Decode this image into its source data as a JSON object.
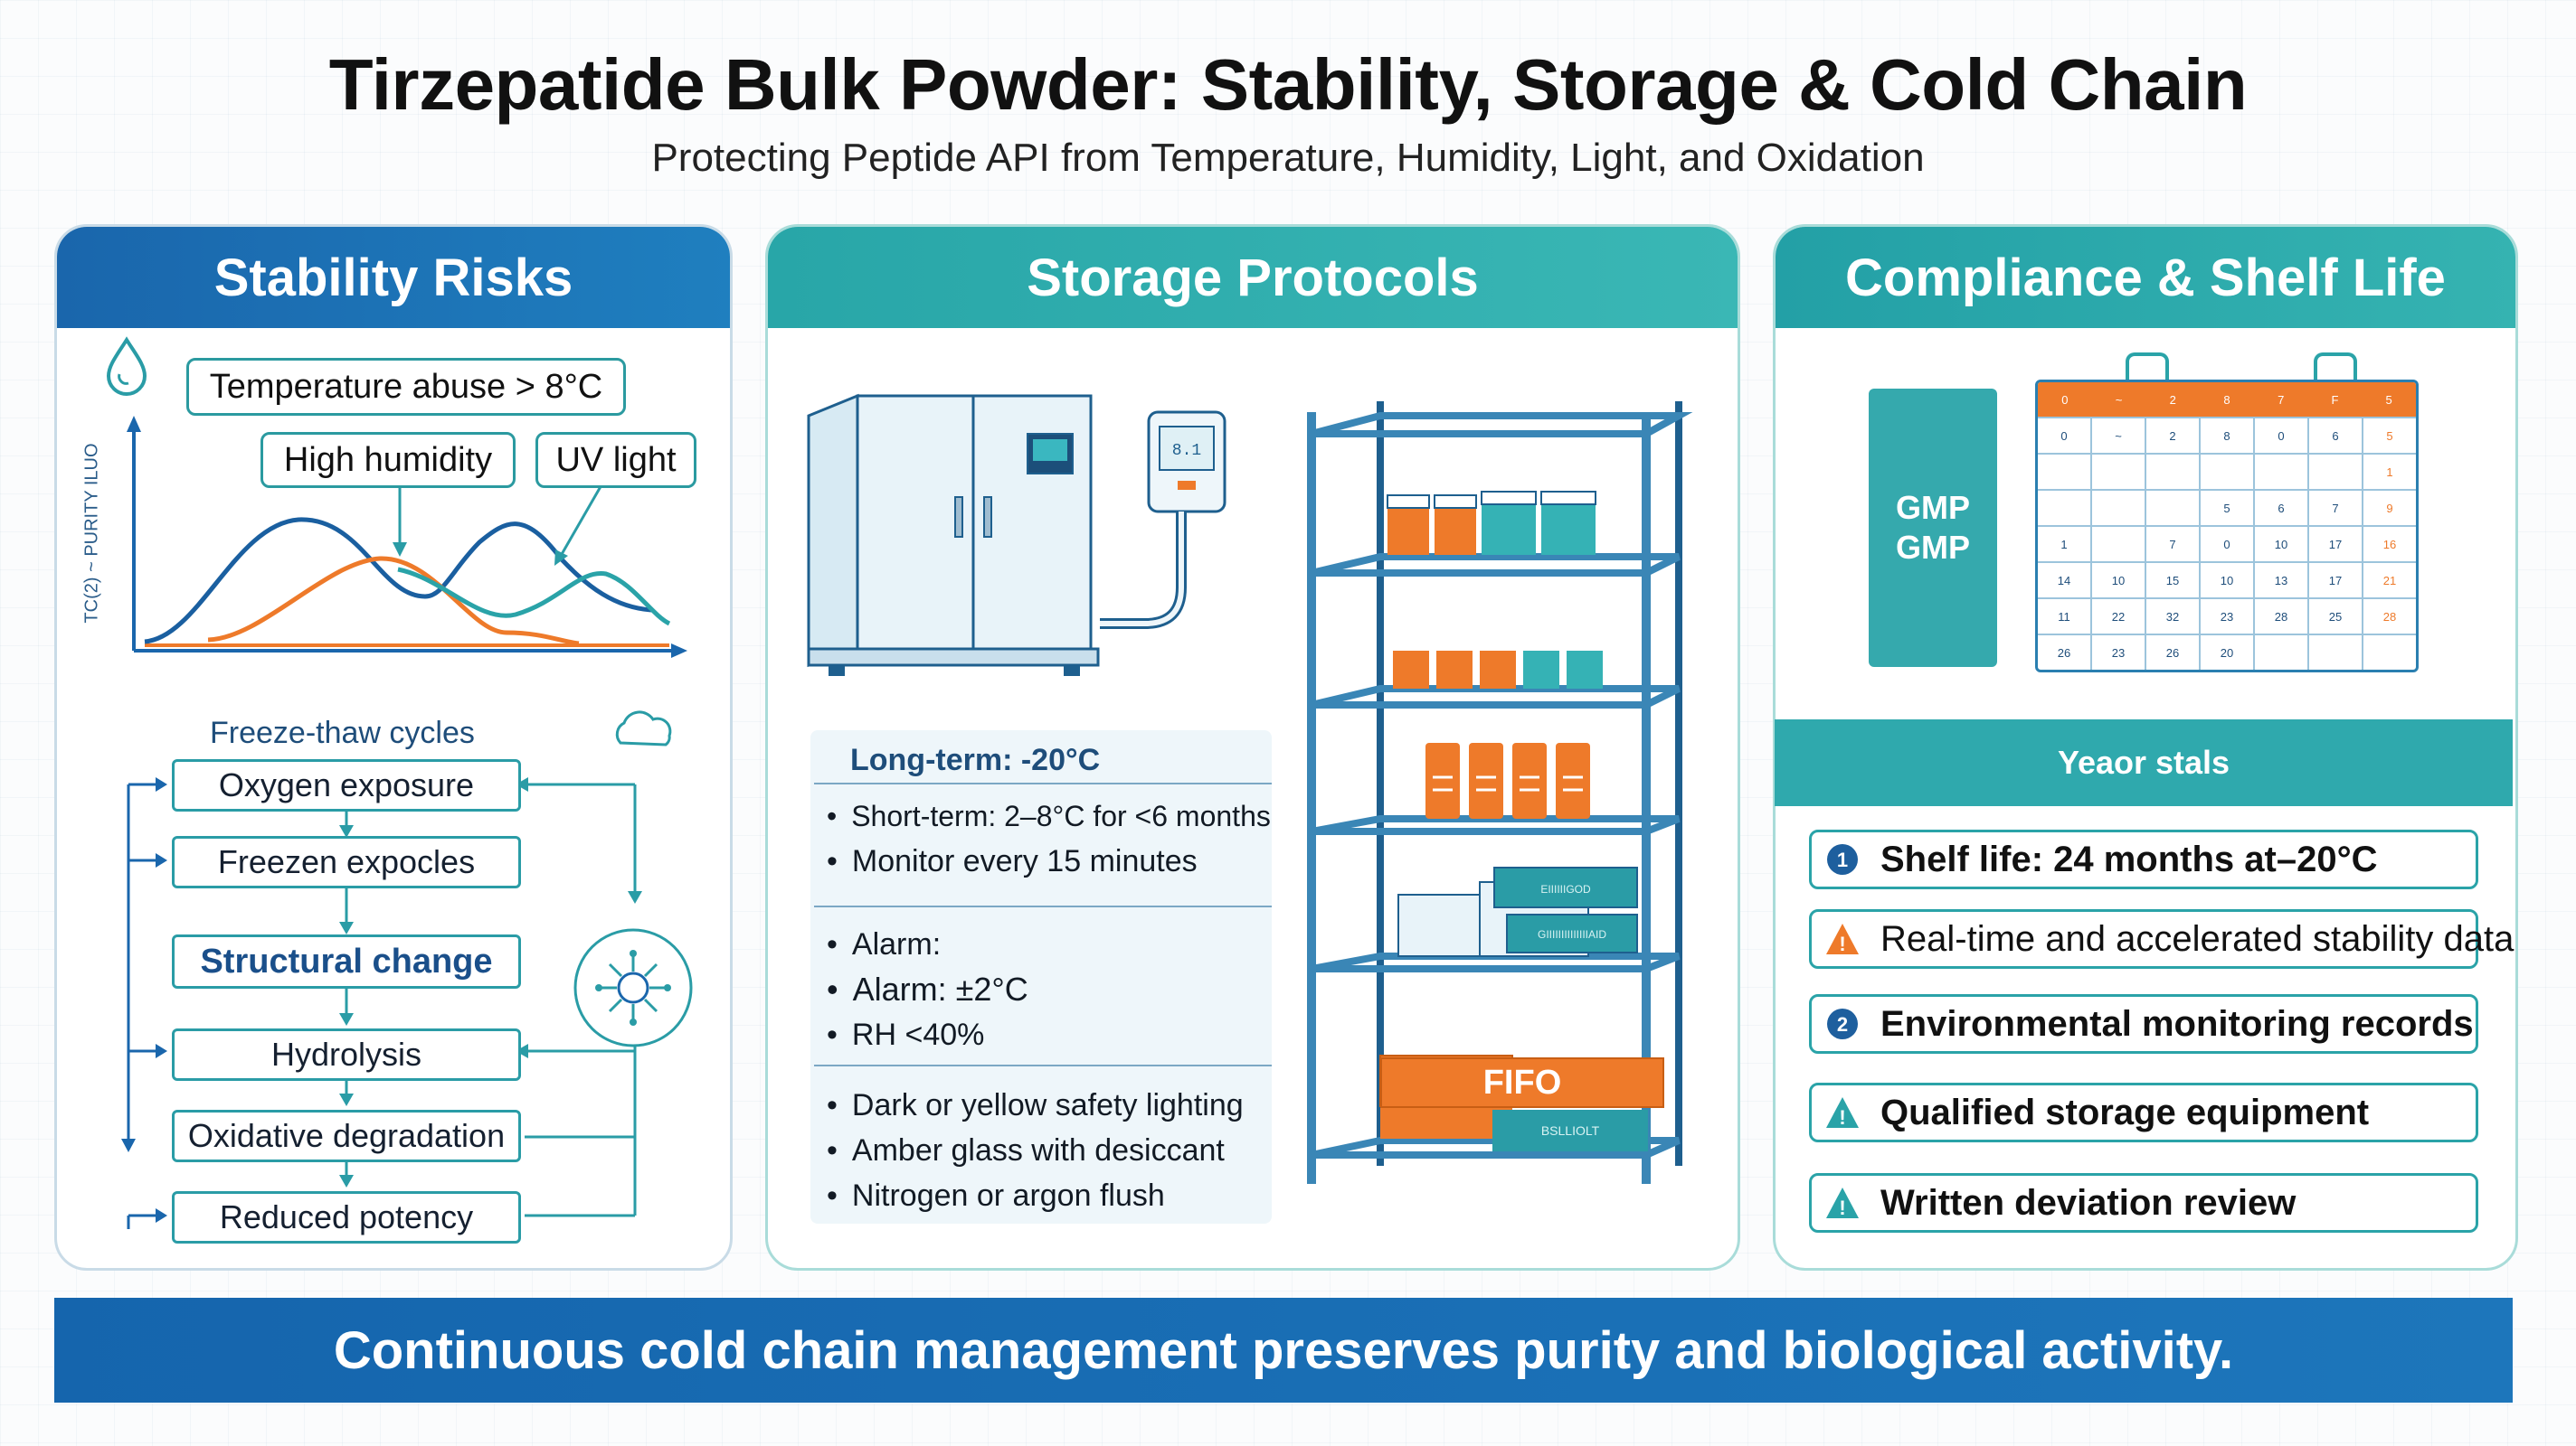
{
  "header": {
    "title": "Tirzepatide Bulk Powder: Stability, Storage & Cold Chain",
    "subtitle": "Protecting Peptide API from Temperature, Humidity, Light, and Oxidation"
  },
  "risks": {
    "heading": "Stability Risks",
    "tags": {
      "temperature": "Temperature abuse > 8°C",
      "humidity": "High humidity",
      "uv": "UV light"
    },
    "axis_label": "TC(2) ~ PURITY  ILUO",
    "freeze_label": "Freeze-thaw cycles",
    "flow": [
      "Oxygen exposure",
      "Freezen expocles",
      "Structural change",
      "Hydrolysis",
      "Oxidative degradation",
      "Reduced potency"
    ]
  },
  "storage": {
    "heading": "Storage Protocols",
    "longterm": "Long-term:  -20°C",
    "group1": [
      "Short-term: 2–8°C for <6 months",
      "Monitor every 15 minutes"
    ],
    "group2": [
      "Alarm:",
      "Alarm: ±2°C",
      "RH <40%"
    ],
    "group3": [
      "Dark or yellow safety lighting",
      "Amber glass with desiccant",
      "Nitrogen or argon flush"
    ],
    "fifo": "FIFO",
    "bin_label": "BSLLIOLT",
    "box_labels": [
      "EIIIIIIGOD",
      "GIIIIIIIIIIIIIIAID"
    ],
    "meter_readout": "8.1"
  },
  "compliance": {
    "heading": "Compliance & Shelf Life",
    "gmp": [
      "GMP",
      "GMP"
    ],
    "calendar": {
      "header": [
        "0",
        "~",
        "2",
        "8",
        "7",
        "F",
        "5"
      ],
      "rows": [
        [
          "0",
          "~",
          "2",
          "8",
          "0",
          "6",
          "5"
        ],
        [
          "",
          "",
          "",
          "",
          "",
          "",
          "1"
        ],
        [
          "",
          "",
          "",
          "5",
          "6",
          "7",
          "9"
        ],
        [
          "1",
          "",
          "7",
          "0",
          "10",
          "17",
          "16"
        ],
        [
          "14",
          "10",
          "15",
          "10",
          "13",
          "17",
          "21"
        ],
        [
          "11",
          "22",
          "32",
          "23",
          "28",
          "25",
          "28"
        ],
        [
          "26",
          "23",
          "26",
          "20",
          "",
          "",
          ""
        ]
      ]
    },
    "section_label": "Yeaor stals",
    "items": [
      {
        "icon": "1",
        "text": "Shelf life: 24 months at–20°C",
        "bold": true
      },
      {
        "icon": "!",
        "text": "Real-time and accelerated stability data",
        "bold": false
      },
      {
        "icon": "2",
        "text": "Environmental monitoring records",
        "bold": true
      },
      {
        "icon": "!",
        "text": "Qualified storage equipment",
        "bold": true
      },
      {
        "icon": "!",
        "text": "Written deviation review",
        "bold": true
      }
    ]
  },
  "footer": {
    "banner": "Continuous cold chain management preserves purity and biological activity."
  },
  "colors": {
    "blue": "#1a66ac",
    "teal": "#2aa3a8",
    "orange": "#ee7a2a"
  }
}
